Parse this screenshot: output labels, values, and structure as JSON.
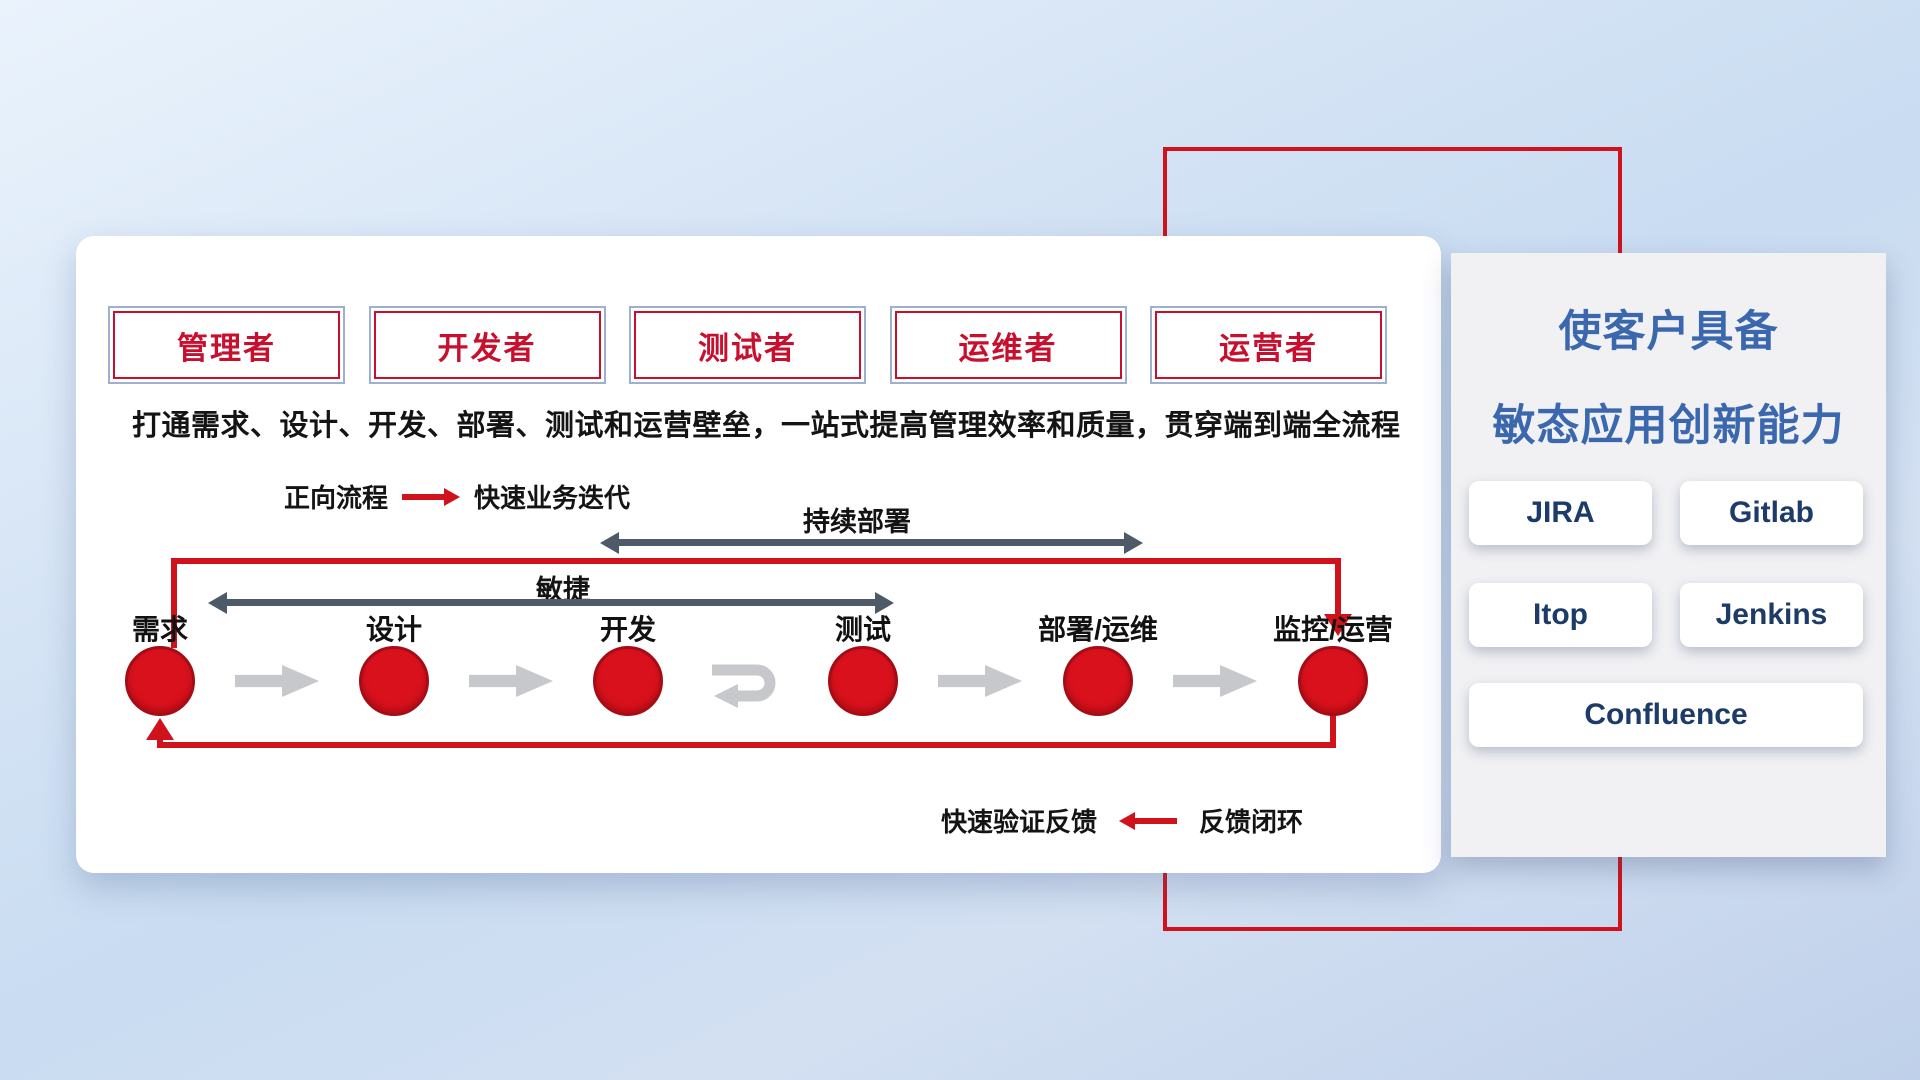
{
  "roles": [
    {
      "label": "管理者"
    },
    {
      "label": "开发者"
    },
    {
      "label": "测试者"
    },
    {
      "label": "运维者"
    },
    {
      "label": "运营者"
    }
  ],
  "description": "打通需求、设计、开发、部署、测试和运营壁垒，一站式提高管理效率和质量，贯穿端到端全流程",
  "legend_forward": {
    "label": "正向流程",
    "value": "快速业务迭代"
  },
  "span_arrows": {
    "continuous_deploy": "持续部署",
    "agile": "敏捷"
  },
  "flow_steps": [
    {
      "label": "需求"
    },
    {
      "label": "设计"
    },
    {
      "label": "开发"
    },
    {
      "label": "测试"
    },
    {
      "label": "部署/运维"
    },
    {
      "label": "监控/运营"
    }
  ],
  "legend_feedback": {
    "label": "快速验证反馈",
    "value": "反馈闭环"
  },
  "right_panel": {
    "title_line1": "使客户具备",
    "title_line2": "敏态应用创新能力",
    "tools": [
      {
        "name": "JIRA"
      },
      {
        "name": "Gitlab"
      },
      {
        "name": "Itop"
      },
      {
        "name": "Jenkins"
      },
      {
        "name": "Confluence"
      }
    ]
  },
  "colors": {
    "accent_red": "#d0121c",
    "title_blue": "#3a67ad",
    "dark_arrow": "#4e5a68",
    "gray_arrow": "#c6c8cb"
  }
}
